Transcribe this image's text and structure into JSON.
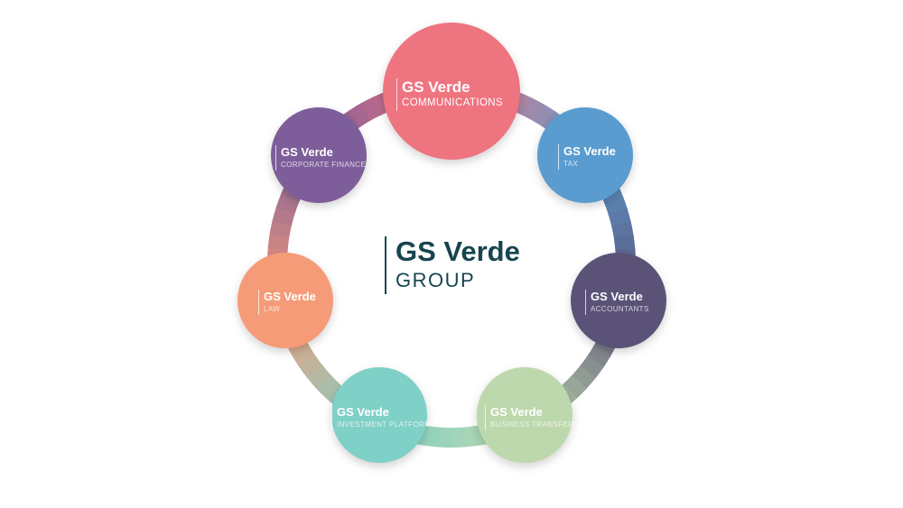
{
  "center": {
    "brand": "GS Verde",
    "sub": "GROUP"
  },
  "nodes": [
    {
      "id": "communications",
      "brand": "GS Verde",
      "sub": "COMMUNICATIONS",
      "color": "#ee7480"
    },
    {
      "id": "tax",
      "brand": "GS Verde",
      "sub": "TAX",
      "color": "#5a9ccf"
    },
    {
      "id": "accountants",
      "brand": "GS Verde",
      "sub": "ACCOUNTANTS",
      "color": "#5b5278"
    },
    {
      "id": "business-transfer",
      "brand": "GS Verde",
      "sub": "BUSINESS TRANSFER",
      "color": "#bdd8ac"
    },
    {
      "id": "investment-platform",
      "brand": "GS Verde",
      "sub": "INVESTMENT PLATFORM",
      "color": "#7fd0c6"
    },
    {
      "id": "law",
      "brand": "GS Verde",
      "sub": "LAW",
      "color": "#f59b78"
    },
    {
      "id": "corporate-finance",
      "brand": "GS Verde",
      "sub": "CORPORATE FINANCE",
      "color": "#7d5e9a"
    }
  ]
}
